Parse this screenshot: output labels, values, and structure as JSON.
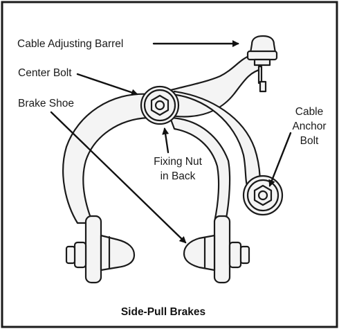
{
  "diagram": {
    "caption": "Side-Pull Brakes",
    "labels": {
      "cable_adjusting_barrel": "Cable Adjusting Barrel",
      "center_bolt": "Center Bolt",
      "brake_shoe": "Brake Shoe",
      "cable_anchor_bolt_line1": "Cable",
      "cable_anchor_bolt_line2": "Anchor",
      "cable_anchor_bolt_line3": "Bolt",
      "fixing_nut_line1": "Fixing Nut",
      "fixing_nut_line2": "in Back"
    },
    "colors": {
      "frame": "#1a1a1a",
      "background": "#ffffff",
      "part_fill": "#f4f4f4",
      "ink": "#1a1a1a"
    }
  }
}
